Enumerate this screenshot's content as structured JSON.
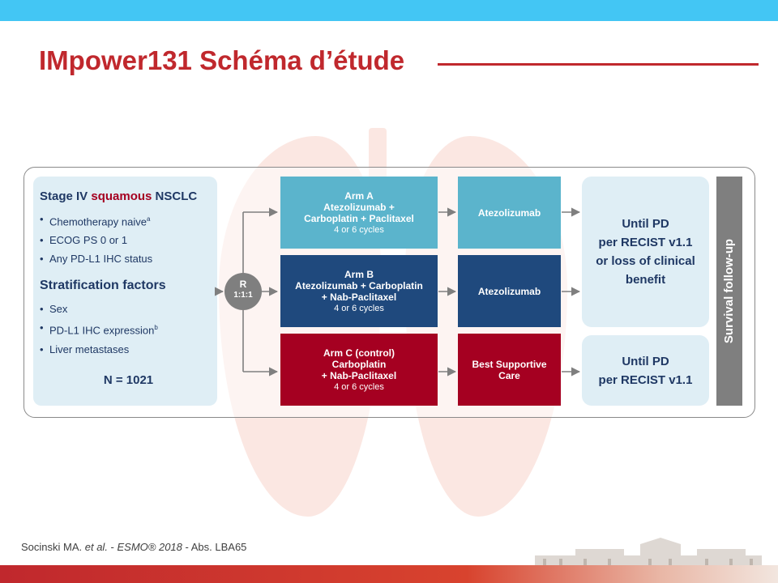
{
  "title": "IMpower131 Schéma d’étude",
  "population": {
    "heading_pre": "Stage IV ",
    "heading_highlight": "squamous",
    "heading_post": " NSCLC",
    "criteria": [
      {
        "text": "Chemotherapy naive",
        "sup": "a"
      },
      {
        "text": "ECOG PS 0 or 1",
        "sup": ""
      },
      {
        "text": "Any PD-L1 IHC status",
        "sup": ""
      }
    ],
    "strat_heading": "Stratification factors",
    "strat_factors": [
      {
        "text": "Sex",
        "sup": ""
      },
      {
        "text": "PD-L1 IHC expression",
        "sup": "b"
      },
      {
        "text": "Liver metastases",
        "sup": ""
      }
    ],
    "n_total": "N = 1021"
  },
  "randomization": {
    "label": "R",
    "ratio": "1:1:1"
  },
  "arms": [
    {
      "name": "Arm A",
      "line1": "Atezolizumab +",
      "line2": "Carboplatin + Paclitaxel",
      "cycles": "4 or 6 cycles",
      "maintenance": "Atezolizumab"
    },
    {
      "name": "Arm B",
      "line1": "Atezolizumab + Carboplatin",
      "line2": "+ Nab-Paclitaxel",
      "cycles": "4 or 6 cycles",
      "maintenance": "Atezolizumab"
    },
    {
      "name": "Arm C (control)",
      "line1": "Carboplatin",
      "line2": "+ Nab-Paclitaxel",
      "cycles": "4 or 6 cycles",
      "maintenance": "Best Supportive Care"
    }
  ],
  "outcomes": {
    "top": [
      "Until PD",
      "per RECIST v1.1",
      "or loss of clinical",
      "benefit"
    ],
    "bottom": [
      "Until PD",
      "per RECIST v1.1"
    ]
  },
  "survival_followup": "Survival follow-up",
  "citation": {
    "author": "Socinski MA. ",
    "etal": "et al.",
    "sep": " - ",
    "venue": "ESMO® 2018",
    "abs": " - Abs. LBA65"
  },
  "colors": {
    "title_red": "#c0282d",
    "arm_a": "#5bb4cc",
    "arm_b": "#1f497d",
    "arm_c": "#a50021",
    "light_box": "#dfeef5",
    "gray": "#7f7f7f",
    "top_bar": "#43c6f4"
  }
}
